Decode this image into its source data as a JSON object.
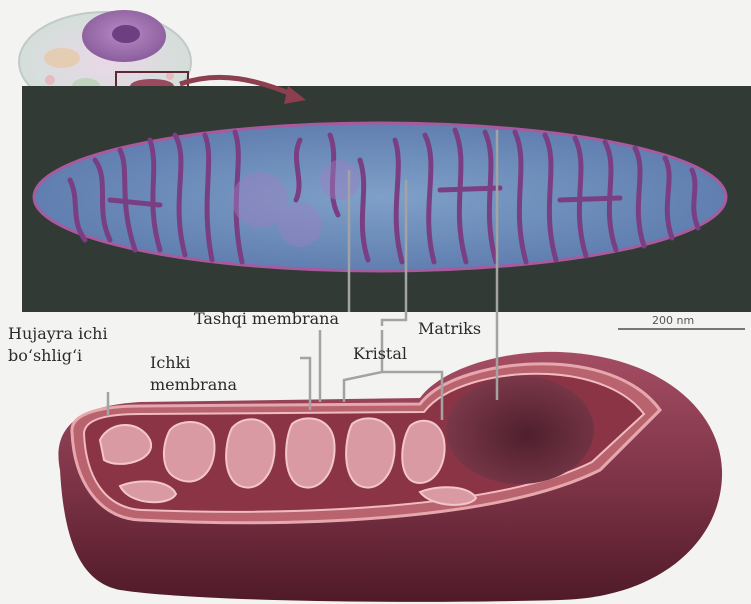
{
  "labels": {
    "intermembrane_space": [
      "Hujayra ichi",
      "bo‘shlig‘i"
    ],
    "inner_membrane": [
      "Ichki",
      "membrana"
    ],
    "outer_membrane": "Tashqi membrana",
    "cristae": "Kristal",
    "matrix": "Matriks",
    "scale_bar": "200 nm"
  },
  "colors": {
    "background": "#f3f3f1",
    "micrograph_bg": "#323a36",
    "micrograph_stroma": "#5f7fb0",
    "micrograph_cristae": "#7a3f83",
    "mitochondrion_outer": "#5e2233",
    "mitochondrion_wall": "#8c3d52",
    "mitochondrion_light": "#d08b95",
    "matrix": "#6c3545",
    "label_line": "#a3a3a3"
  }
}
